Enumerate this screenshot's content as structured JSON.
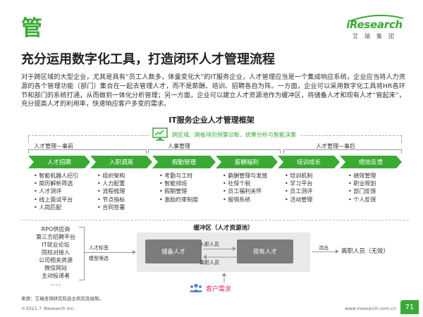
{
  "slide": {
    "section_char": "管",
    "headline": "充分运用数字化工具，打造闭环人才管理流程",
    "intro": "对于跨区域的大型企业，尤其是具有“员工人数多，体量变化大”的IT服务企业，人才管理应当是一个集成响应系统，企业应当将人力资源的各个管理功能（部门）集合在一起去管理人才，而不是薪酬、培训、招聘各自为阵。一方面，企业可以采用数字化工具将HR各环节和部门的系统打通，从而做到一体化分析管理；另一方面，企业可以建立人才资源池作为缓冲区，将储备人才和现有人才“管起来”，充分提高人才的利用率，快速响应客户多变的需求。"
  },
  "logo": {
    "brand": "iResearch",
    "sub": "艾瑞集团",
    "brand_color": "#3aaa35"
  },
  "framework": {
    "title": "IT服务企业人才管理框架",
    "banner": "跨区域、跨板块的预警诊断、统筹分析与智能决策",
    "phases": [
      "人才管理—事前",
      "人事管理",
      "人才管理—事后"
    ],
    "stages": [
      {
        "label": "人才招聘",
        "color": "#3aaa35",
        "items": [
          "智能机器人招引",
          "简历解析筛选",
          "人才测评",
          "线上面试平台",
          "人岗匹配"
        ]
      },
      {
        "label": "入职调离",
        "color": "#3aaa35",
        "items": [
          "组织架构",
          "人力配置",
          "流程梳理",
          "节点指标",
          "合同签署"
        ]
      },
      {
        "label": "假勤管理",
        "color": "#3aaa35",
        "items": [
          "考勤与工时",
          "智能排班",
          "假期管理",
          "激励约束制度"
        ]
      },
      {
        "label": "薪酬福利",
        "color": "#3aaa35",
        "items": [
          "薪酬管理与发放",
          "社保个税",
          "员工福利关怀",
          "报销系统"
        ]
      },
      {
        "label": "培训成长",
        "color": "#3aaa35",
        "items": [
          "培训机制",
          "学习平台",
          "员工测评",
          "活动管理"
        ]
      },
      {
        "label": "绩效反馈",
        "color": "#3aaa35",
        "items": [
          "绩效管理",
          "职业规划",
          "部门反馈",
          "个人反馈"
        ]
      }
    ],
    "sources": [
      "RPO供应商",
      "第三方招聘平台",
      "IT就业论坛",
      "院校对接入",
      "公司相关资源",
      "微信网站",
      "主动投递者",
      "……"
    ],
    "source_labels": [
      "人才标签",
      "模型筛选"
    ],
    "pool_title": "缓冲区（人才资源池）",
    "pool_reserve": "储备人才",
    "pool_current": "现有人才",
    "flow_in": "入职人员",
    "flow_out": "离职人员",
    "exit_arrow_label": "流出",
    "exit_label": "离职人员（无效）",
    "customer": "客户需求"
  },
  "footer": {
    "source_note": "来源：艾瑞咨询研究院自主研究及绘制。",
    "copyright": "©2021.7 iResearch Inc.",
    "website": "www.iresearch.com.cn",
    "page": "71"
  }
}
